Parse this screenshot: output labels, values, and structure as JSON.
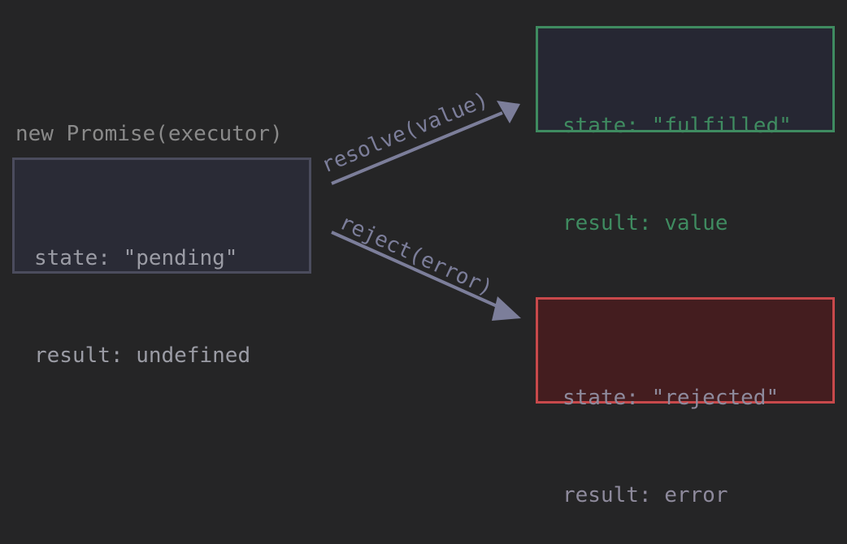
{
  "caption": "new Promise(executor)",
  "pending": {
    "state_line": "state: \"pending\"",
    "result_line": "result: undefined"
  },
  "fulfilled": {
    "state_line": "state: \"fulfilled\"",
    "result_line": "result: value"
  },
  "rejected": {
    "state_line": "state: \"rejected\"",
    "result_line": "result: error"
  },
  "arrows": {
    "resolve_label": "resolve(value)",
    "reject_label": "reject(error)"
  },
  "colors": {
    "background": "#252526",
    "pending_border": "#4b4c5d",
    "fulfilled_border": "#3f8b60",
    "rejected_border": "#c8494b",
    "rejected_fill": "#441d1f",
    "arrow": "#7c7e9a"
  }
}
